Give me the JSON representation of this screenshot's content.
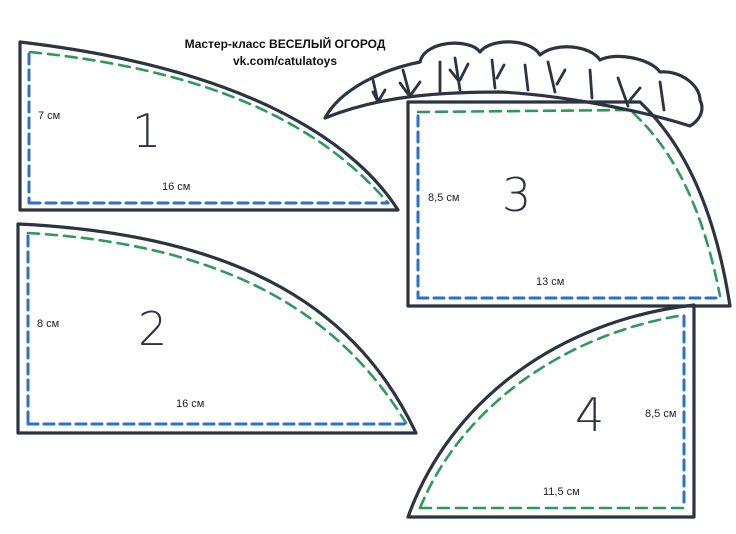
{
  "header": {
    "title": "Мастер-класс ВЕСЕЛЫЙ ОГОРОД",
    "subtitle": "vk.com/catulatoys"
  },
  "pieces": [
    {
      "number": "1",
      "height_label": "7 см",
      "width_label": "16 см"
    },
    {
      "number": "2",
      "height_label": "8 см",
      "width_label": "16 см"
    },
    {
      "number": "3",
      "height_label": "8,5 см",
      "width_label": "13 см"
    },
    {
      "number": "4",
      "height_label": "8,5 см",
      "width_label": "11,5 см"
    }
  ],
  "colors": {
    "outline": "#2b3440",
    "stitch_green": "#2e9a5a",
    "stitch_blue": "#2f6fc7"
  }
}
